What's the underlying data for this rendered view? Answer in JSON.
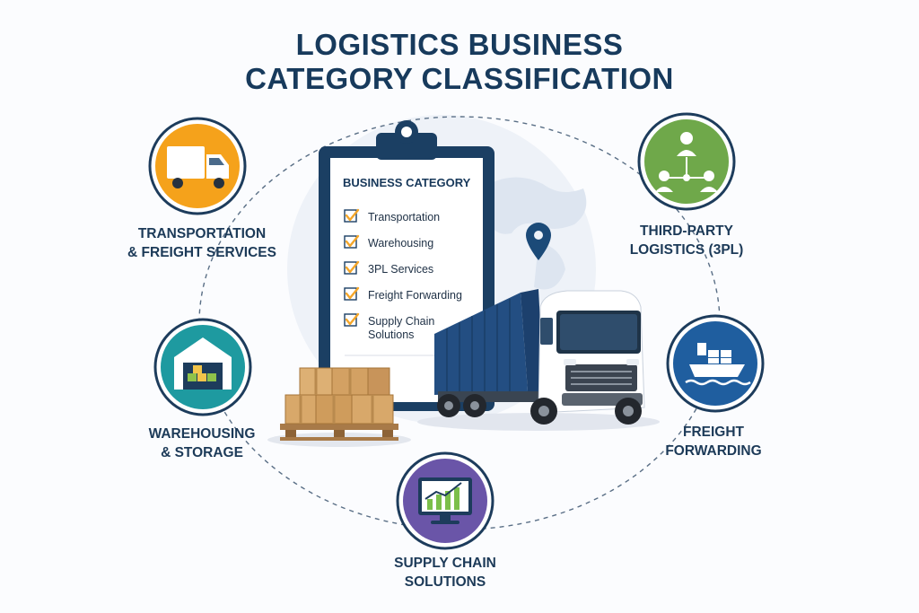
{
  "title": {
    "line1": "LOGISTICS BUSINESS",
    "line2": "CATEGORY CLASSIFICATION"
  },
  "clipboard": {
    "heading": "BUSINESS CATEGORY",
    "items": [
      "Transportation",
      "Warehousing",
      "3PL Services",
      "Freight Forwarding",
      "Supply Chain",
      "Solutions"
    ]
  },
  "categories": {
    "transport": {
      "line1": "TRANSPORTATION",
      "line2": "& FREIGHT SERVICES",
      "icon": "truck-icon",
      "color": "#f5a21b"
    },
    "warehouse": {
      "line1": "WAREHOUSING",
      "line2": "& STORAGE",
      "icon": "warehouse-icon",
      "color": "#1e9aa0"
    },
    "supply": {
      "line1": "SUPPLY CHAIN",
      "line2": "SOLUTIONS",
      "icon": "monitor-chart-icon",
      "color": "#6a55a8"
    },
    "freight": {
      "line1": "FREIGHT",
      "line2": "FORWARDING",
      "icon": "cargo-ship-icon",
      "color": "#1f5e9f"
    },
    "tpl": {
      "line1": "THIRD-PARTY",
      "line2": "LOGISTICS (3PL)",
      "icon": "network-people-icon",
      "color": "#6fa84a"
    }
  }
}
